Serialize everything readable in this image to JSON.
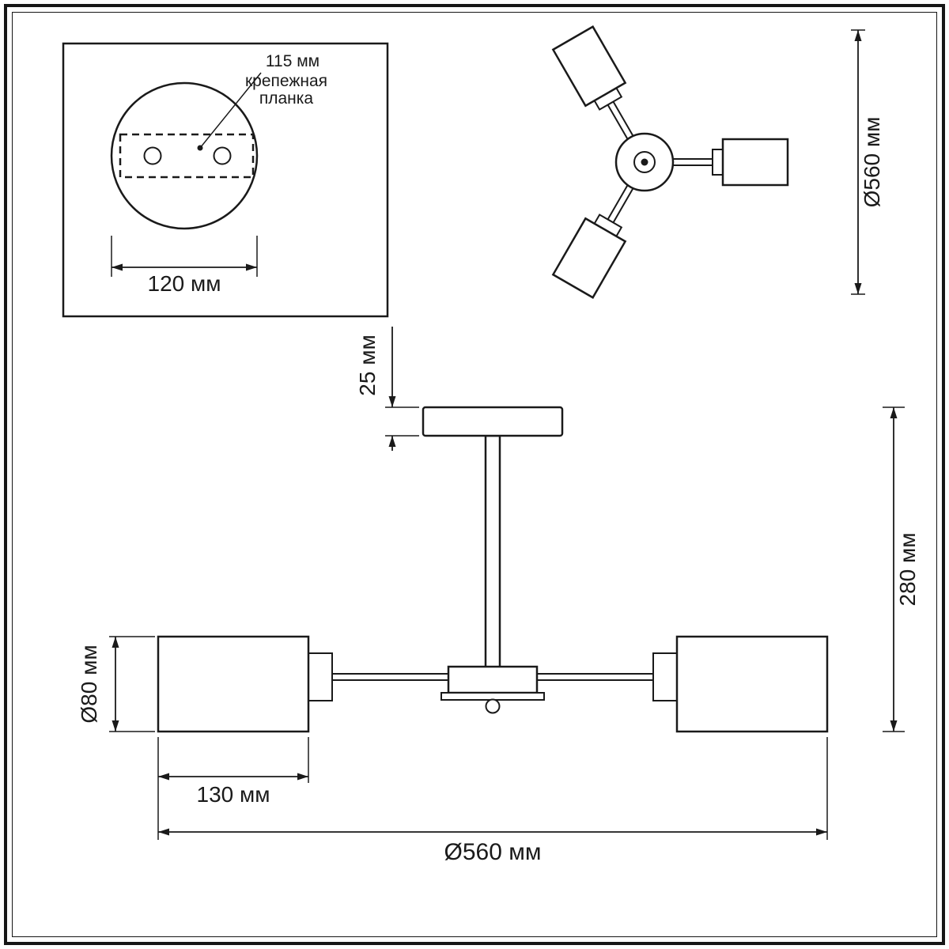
{
  "drawing": {
    "detail_box": {
      "hole_spacing": "115 мм",
      "plate_name_line1": "крепежная",
      "plate_name_line2": "планка",
      "plate_width": "120 мм"
    },
    "top_view": {
      "diameter": "Ø560 мм"
    },
    "side_view": {
      "canopy_height": "25 мм",
      "fixture_height": "280 мм",
      "shade_diameter": "Ø80 мм",
      "shade_length": "130 мм",
      "fixture_width": "Ø560 мм"
    },
    "colors": {
      "line": "#1a1a1a",
      "background": "#ffffff"
    }
  }
}
